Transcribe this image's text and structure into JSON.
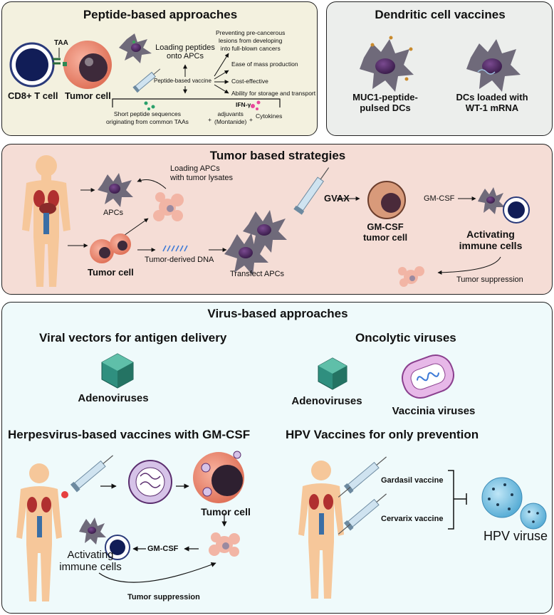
{
  "peptide": {
    "title": "Peptide-based approaches",
    "taa": "TAA",
    "cd8": "CD8+ T cell",
    "tumor_cell": "Tumor cell",
    "loading": "Loading peptides\nonto APCs",
    "vaccine": "Peptide-based vaccine",
    "benefit1": "Preventing pre-cancerous\nlesions from developing\ninto full-blown cancers",
    "benefit2": "Ease of mass production",
    "benefit3": "Cost-effective",
    "benefit4": "Ability for storage and transport",
    "ifn": "IFN-γ",
    "short": "Short peptide sequences\noriginating from common TAAs",
    "plus1": "+",
    "adjuvants": "adjuvants\n(Montanide)",
    "plus2": "+",
    "cytokines": "Cytokines"
  },
  "dendritic": {
    "title": "Dendritic cell vaccines",
    "muc1": "MUC1-peptide-\npulsed DCs",
    "wt1": "DCs loaded with\nWT-1 mRNA"
  },
  "tumor": {
    "title": "Tumor based strategies",
    "apcs": "APCs",
    "loading": "Loading APCs\nwith tumor lysates",
    "tumor_cell": "Tumor cell",
    "dna": "Tumor-derived DNA",
    "transfect": "Transfect APCs",
    "gvax": "GVAX",
    "gmcsf_cell": "GM-CSF\ntumor cell",
    "gmcsf": "GM-CSF",
    "activating": "Activating\nimmune cells",
    "suppression": "Tumor suppression"
  },
  "virus": {
    "title": "Virus-based approaches",
    "viral_vectors": "Viral vectors for antigen delivery",
    "adeno1": "Adenoviruses",
    "oncolytic": "Oncolytic viruses",
    "adeno2": "Adenoviruses",
    "vaccinia": "Vaccinia viruses",
    "herpes": "Herpesvirus-based vaccines with GM-CSF",
    "tumor_cell": "Tumor cell",
    "gmcsf": "GM-CSF",
    "activating": "Activating\nimmune cells",
    "suppression": "Tumor suppression",
    "hpv_title": "HPV Vaccines for only prevention",
    "gardasil": "Gardasil vaccine",
    "cervarix": "Cervarix vaccine",
    "hpv": "HPV viruse"
  },
  "colors": {
    "peptide_bg": "#f3f1df",
    "dendritic_bg": "#eceeec",
    "tumor_bg": "#f5ddd6",
    "virus_bg": "#effafb",
    "cell_purple": "#5a2d6e",
    "tumor_pink": "#e88a72",
    "apc_gray": "#6f6a7a",
    "body": "#f6c79a",
    "virus_teal": "#2f8f7f"
  }
}
